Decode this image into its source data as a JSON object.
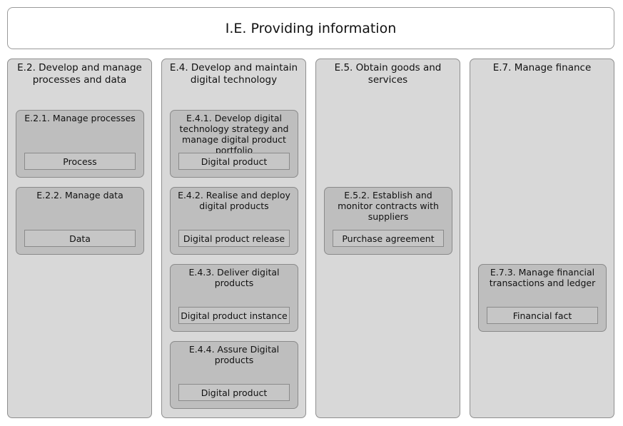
{
  "title": "I.E. Providing information",
  "columns": [
    {
      "title": "E.2. Develop and manage processes and data",
      "cards": [
        {
          "title": "E.2.1. Manage processes",
          "entity": "Process"
        },
        {
          "title": "E.2.2. Manage data",
          "entity": "Data"
        }
      ]
    },
    {
      "title": "E.4. Develop and maintain digital technology",
      "cards": [
        {
          "title": "E.4.1. Develop digital technology strategy and manage digital product portfolio",
          "entity": "Digital product"
        },
        {
          "title": "E.4.2. Realise and deploy digital products",
          "entity": "Digital product release"
        },
        {
          "title": "E.4.3. Deliver digital products",
          "entity": "Digital product instance"
        },
        {
          "title": "E.4.4. Assure Digital products",
          "entity": "Digital product"
        }
      ]
    },
    {
      "title": "E.5. Obtain goods and services",
      "cards": [
        {
          "title": "E.5.2. Establish and monitor contracts with suppliers",
          "entity": "Purchase agreement"
        }
      ]
    },
    {
      "title": "E.7. Manage finance",
      "cards": [
        {
          "title": "E.7.3. Manage financial transactions and ledger",
          "entity": "Financial fact"
        }
      ]
    }
  ]
}
